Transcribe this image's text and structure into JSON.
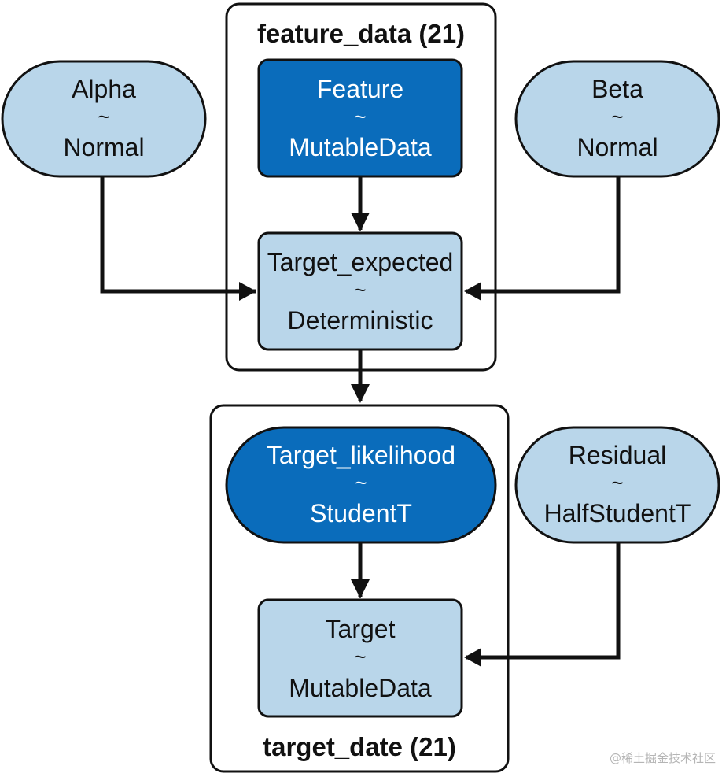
{
  "plates": {
    "feature": {
      "label": "feature_data (21)"
    },
    "target": {
      "label": "target_date (21)"
    }
  },
  "nodes": {
    "alpha": {
      "name": "Alpha",
      "sep": "~",
      "dist": "Normal"
    },
    "beta": {
      "name": "Beta",
      "sep": "~",
      "dist": "Normal"
    },
    "feature": {
      "name": "Feature",
      "sep": "~",
      "dist": "MutableData"
    },
    "target_expected": {
      "name": "Target_expected",
      "sep": "~",
      "dist": "Deterministic"
    },
    "target_likelihood": {
      "name": "Target_likelihood",
      "sep": "~",
      "dist": "StudentT"
    },
    "residual": {
      "name": "Residual",
      "sep": "~",
      "dist": "HalfStudentT"
    },
    "target": {
      "name": "Target",
      "sep": "~",
      "dist": "MutableData"
    }
  },
  "colors": {
    "light_fill": "#b9d6ea",
    "dark_fill": "#0a6cbb",
    "stroke": "#111111"
  },
  "watermark": "@稀土掘金技术社区"
}
